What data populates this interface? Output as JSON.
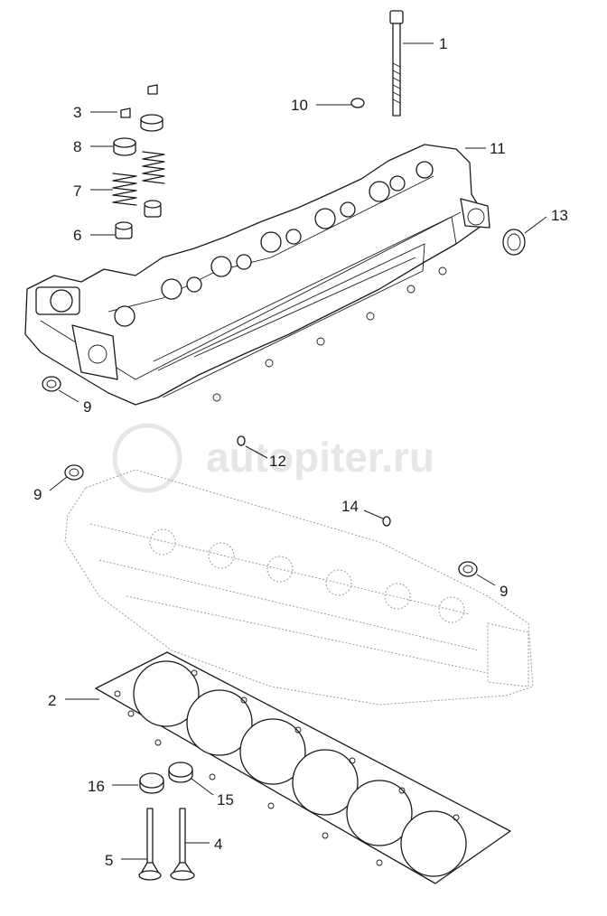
{
  "watermark": {
    "text": "autopiter.ru"
  },
  "callouts": [
    {
      "label": "1"
    },
    {
      "label": "2"
    },
    {
      "label": "3"
    },
    {
      "label": "4"
    },
    {
      "label": "5"
    },
    {
      "label": "6"
    },
    {
      "label": "7"
    },
    {
      "label": "8"
    },
    {
      "label": "9"
    },
    {
      "label": "9"
    },
    {
      "label": "9"
    },
    {
      "label": "10"
    },
    {
      "label": "11"
    },
    {
      "label": "12"
    },
    {
      "label": "13"
    },
    {
      "label": "14"
    },
    {
      "label": "15"
    },
    {
      "label": "16"
    }
  ]
}
